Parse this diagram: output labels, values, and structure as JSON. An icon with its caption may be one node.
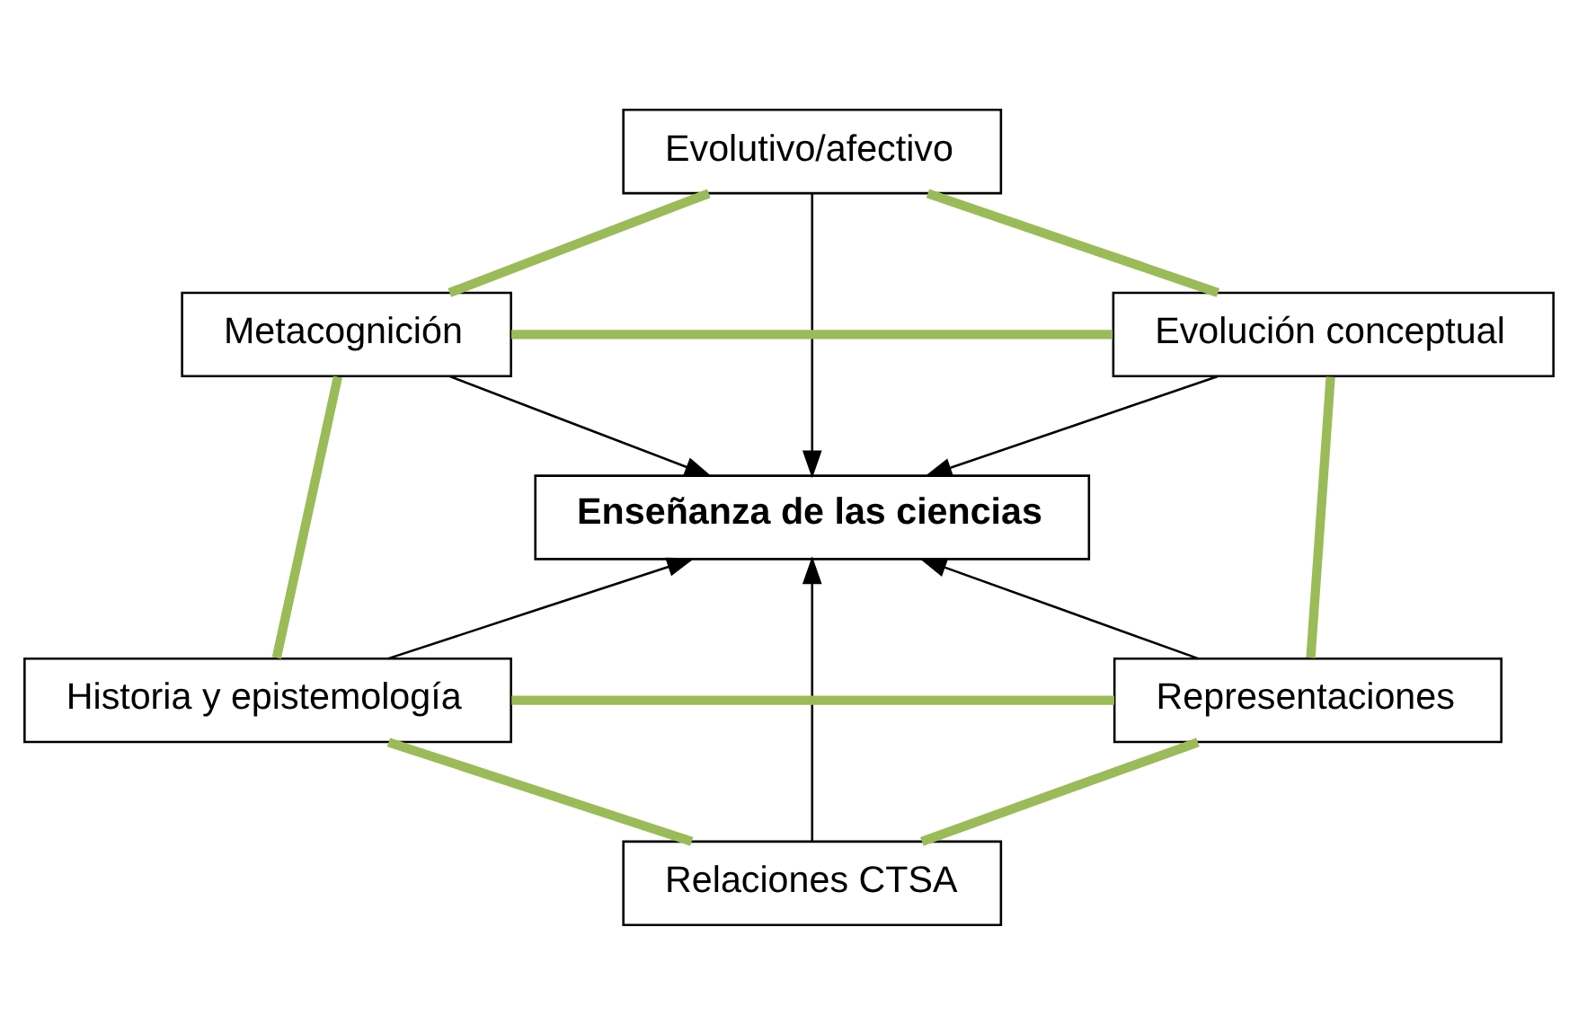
{
  "diagram": {
    "nodes": [
      {
        "text": [
          "Evolutivo/afectivo"
        ]
      },
      {
        "text": [
          "Metacognición"
        ]
      },
      {
        "text": [
          "Evolución conceptual"
        ]
      },
      {
        "text": [
          "Enseñanza de las ciencias"
        ]
      },
      {
        "text": [
          "Historia y epistemología"
        ]
      },
      {
        "text": [
          "Representaciones"
        ]
      },
      {
        "text": [
          "Relaciones CTSA"
        ]
      }
    ],
    "edges": [
      {
        "from": 0,
        "to": 1,
        "arrow": "none"
      },
      {
        "from": 0,
        "to": 2,
        "arrow": "none"
      },
      {
        "from": 1,
        "to": 2,
        "arrow": "none"
      },
      {
        "from": 1,
        "to": 4,
        "arrow": "none"
      },
      {
        "from": 2,
        "to": 5,
        "arrow": "none"
      },
      {
        "from": 4,
        "to": 5,
        "arrow": "none"
      },
      {
        "from": 4,
        "to": 6,
        "arrow": "none"
      },
      {
        "from": 5,
        "to": 6,
        "arrow": "none"
      },
      {
        "from": 0,
        "to": 3,
        "arrow": "to",
        "color": "#000000"
      },
      {
        "from": 1,
        "to": 3,
        "arrow": "to",
        "color": "#000000"
      },
      {
        "from": 2,
        "to": 3,
        "arrow": "to",
        "color": "#000000"
      },
      {
        "from": 4,
        "to": 3,
        "arrow": "to",
        "color": "#000000"
      },
      {
        "from": 5,
        "to": 3,
        "arrow": "to",
        "color": "#000000"
      },
      {
        "from": 6,
        "to": 3,
        "arrow": "to",
        "color": "#000000"
      }
    ]
  }
}
